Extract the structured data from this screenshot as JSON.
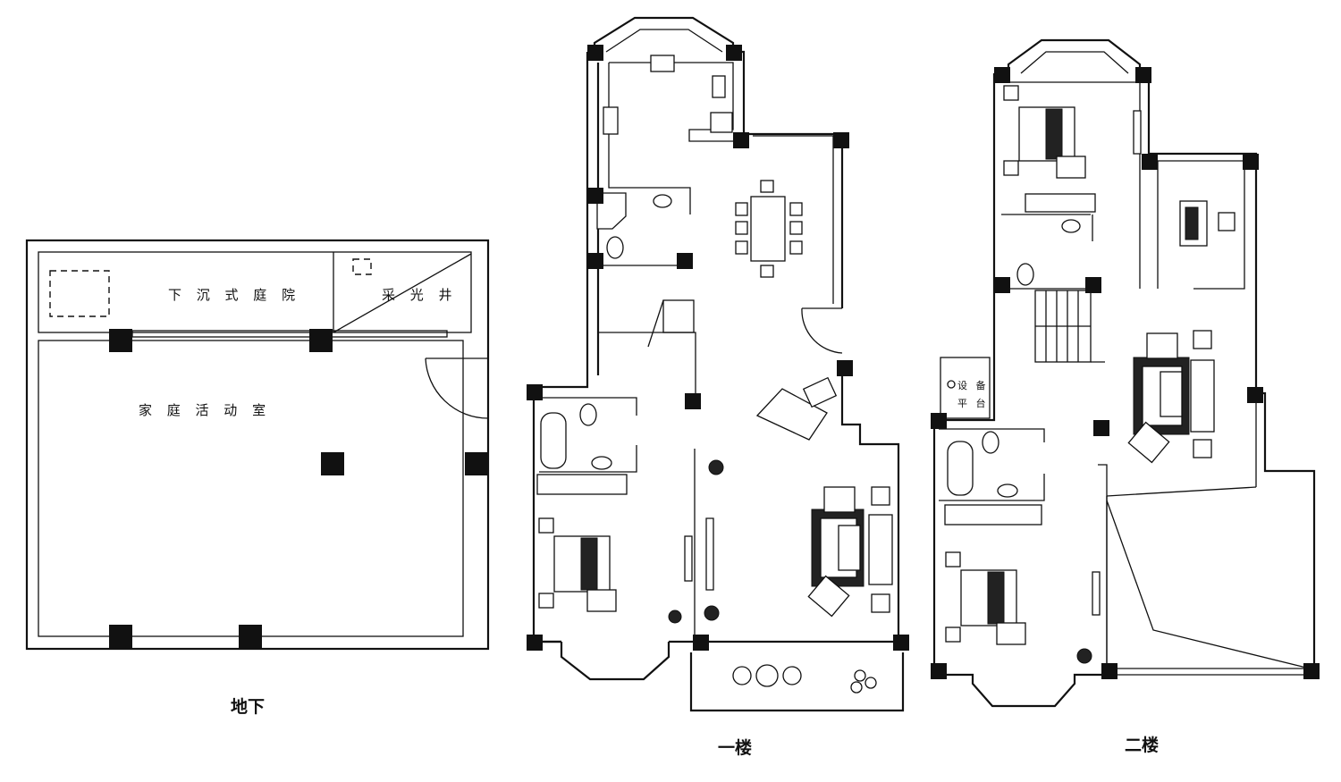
{
  "floors": {
    "basement": {
      "title": "地下",
      "rooms": {
        "sunken_courtyard": "下 沉 式 庭 院",
        "light_well": "采 光 井",
        "family_room": "家 庭 活 动 室"
      }
    },
    "first": {
      "title": "一楼"
    },
    "second": {
      "title": "二楼",
      "rooms": {
        "equipment_platform_line1": "设 备",
        "equipment_platform_line2": "平 台"
      }
    }
  }
}
